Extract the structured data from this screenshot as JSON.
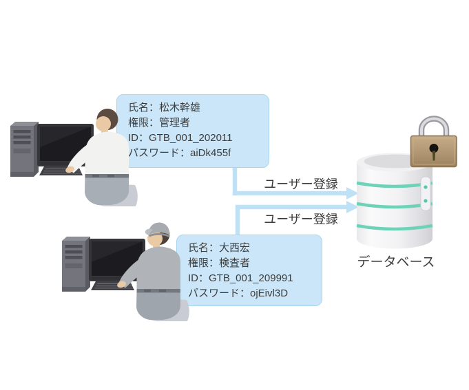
{
  "diagram": {
    "cards": [
      {
        "line1": "氏名：松木幹雄",
        "line2": "権限：管理者",
        "line3": "ID：GTB_001_202011",
        "line4": "パスワード：aiDk455f"
      },
      {
        "line1": "氏名：大西宏",
        "line2": "権限：検査者",
        "line3": "ID：GTB_001_209991",
        "line4": "パスワード：ojEivl3D"
      }
    ],
    "arrows": [
      {
        "label": "ユーザー登録"
      },
      {
        "label": "ユーザー登録"
      }
    ],
    "database": {
      "label": "データベース"
    },
    "icons": {
      "lock": "lock-icon",
      "database": "database-cylinder-icon",
      "workstation_admin": "admin-workstation-illustration",
      "workstation_inspector": "inspector-workstation-illustration"
    },
    "colors": {
      "card_bg": "#CAE6F8",
      "card_border": "#A9D5EF",
      "arrow": "#BFE1F6",
      "text": "#3C3C3C",
      "stripe_teal": "#6ED2B8",
      "lock_body": "#B29874",
      "background": "#FFFFFF"
    }
  }
}
